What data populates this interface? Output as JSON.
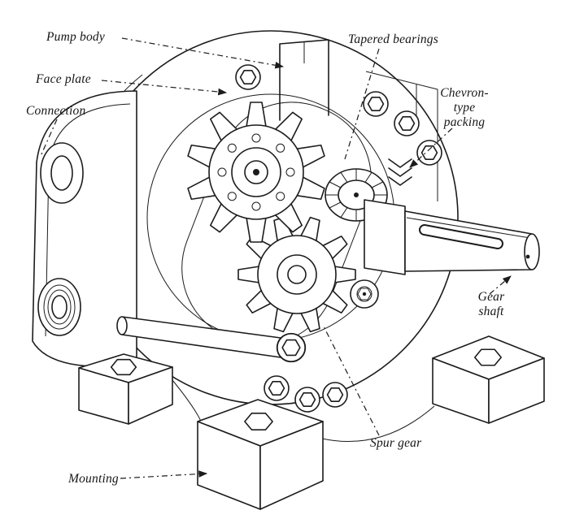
{
  "figure": {
    "description": "Cutaway line drawing of a spur-gear pump",
    "colors": {
      "background": "#ffffff",
      "ink": "#1c1c1c"
    }
  },
  "labels": {
    "pump_body": "Pump body",
    "face_plate": "Face plate",
    "connection": "Connection",
    "tapered_bearings": "Tapered bearings",
    "chevron_packing_lines": [
      "Chevron-",
      "type",
      "packing"
    ],
    "gear_shaft_lines": [
      "Gear",
      "shaft"
    ],
    "spur_gear": "Spur gear",
    "mounting": "Mounting"
  }
}
